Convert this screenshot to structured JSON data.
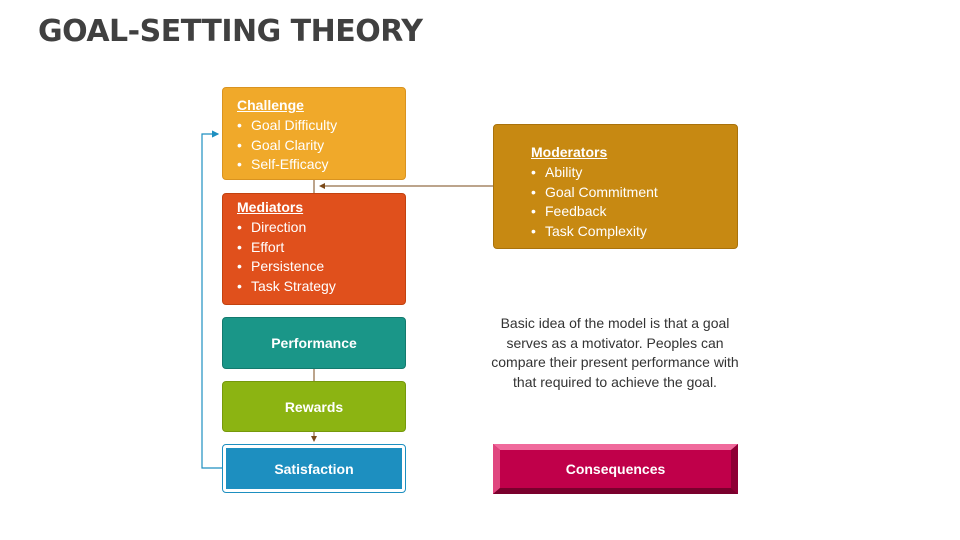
{
  "title": "GOAL-SETTING THEORY",
  "challenge": {
    "heading": "Challenge",
    "items": [
      "Goal Difficulty",
      "Goal Clarity",
      "Self-Efficacy"
    ]
  },
  "mediators": {
    "heading": "Mediators",
    "items": [
      "Direction",
      "Effort",
      "Persistence",
      "Task Strategy"
    ]
  },
  "performance": "Performance",
  "rewards": "Rewards",
  "satisfaction": "Satisfaction",
  "moderators": {
    "heading": "Moderators",
    "items": [
      "Ability",
      "Goal Commitment",
      "Feedback",
      "Task Complexity"
    ]
  },
  "description": "Basic idea of the model is that a goal serves as a motivator. Peoples can compare their present performance with that required to achieve the goal.",
  "consequences": "Consequences",
  "colors": {
    "challenge": "#f0a92a",
    "mediators": "#e0501c",
    "performance": "#1a9688",
    "rewards": "#8cb412",
    "satisfaction": "#1d8fc0",
    "moderators": "#c78912",
    "consequences": "#c0004a",
    "title": "#404040"
  }
}
